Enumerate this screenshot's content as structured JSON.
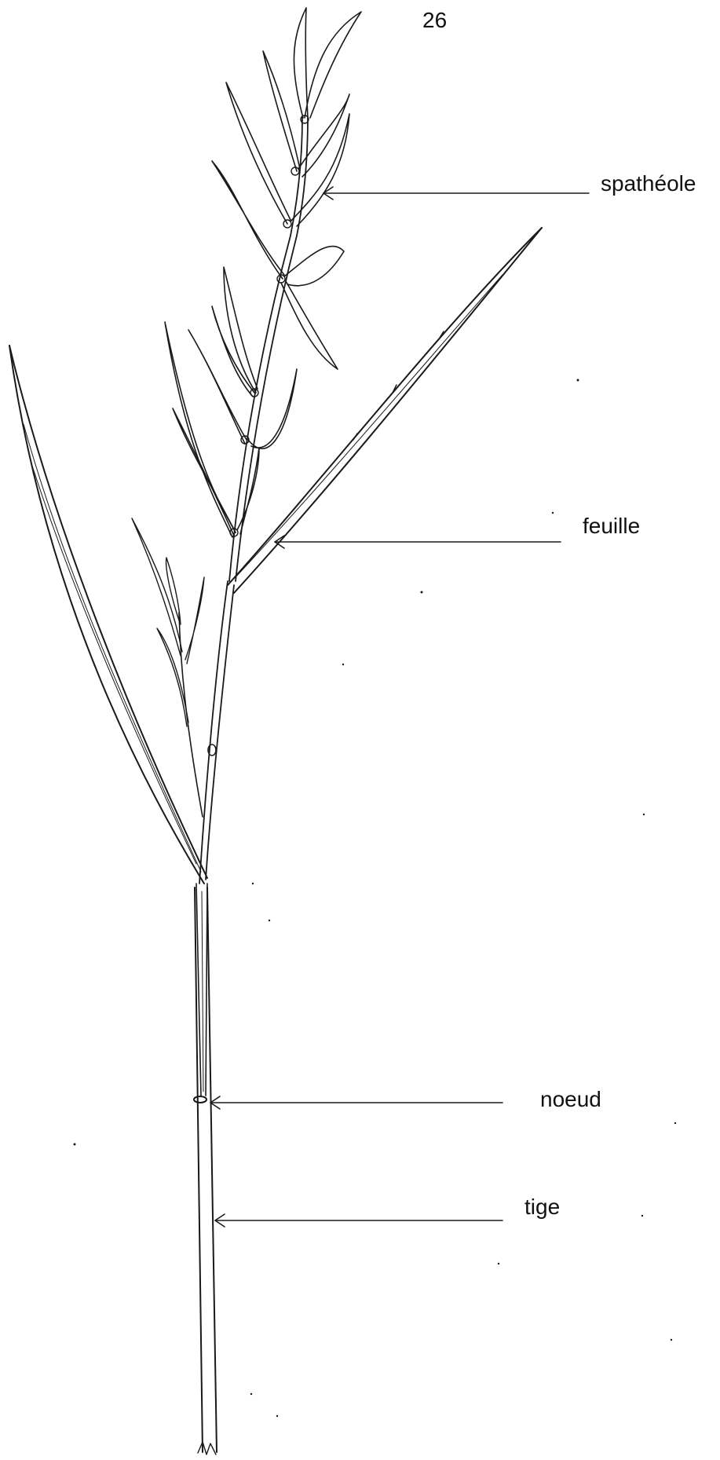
{
  "page_number": "26",
  "labels": {
    "spatheole": "spathéole",
    "feuille": "feuille",
    "noeud": "noeud",
    "tige": "tige"
  },
  "colors": {
    "ink": "#1a1a1a",
    "background": "#ffffff"
  }
}
